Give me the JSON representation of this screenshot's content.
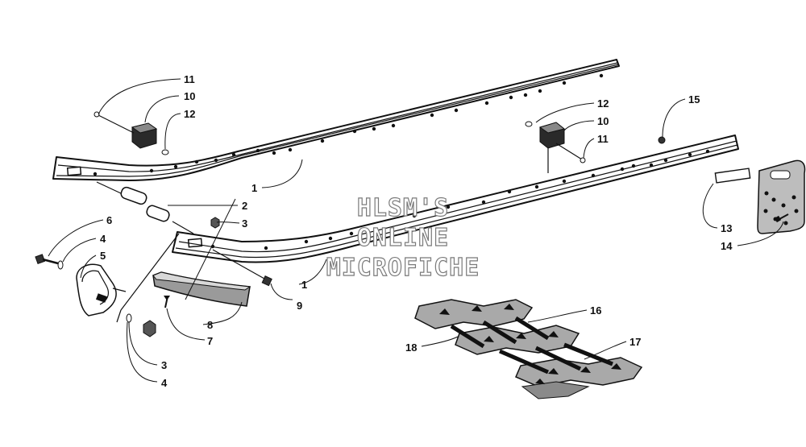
{
  "watermark": {
    "lines": [
      "HLSM'S",
      "ONLINE",
      "MICROFICHE"
    ]
  },
  "callouts": {
    "rail_upper": "1",
    "rail_lower": "1",
    "spacer": "2",
    "nut_upper": "3",
    "nut_lower": "3",
    "washer_upper": "4",
    "washer_lower": "4",
    "bracket": "5",
    "bolt_left": "6",
    "screw": "7",
    "wear_strip": "8",
    "bolt_center": "9",
    "block_left": "10",
    "block_right": "10",
    "rod_left": "11",
    "rod_right": "11",
    "clip_left": "12",
    "clip_right": "12",
    "spacer_plate": "13",
    "plate_bolt": "14",
    "rivet": "15",
    "track": "16",
    "track_clip": "17",
    "track_bar": "18"
  }
}
